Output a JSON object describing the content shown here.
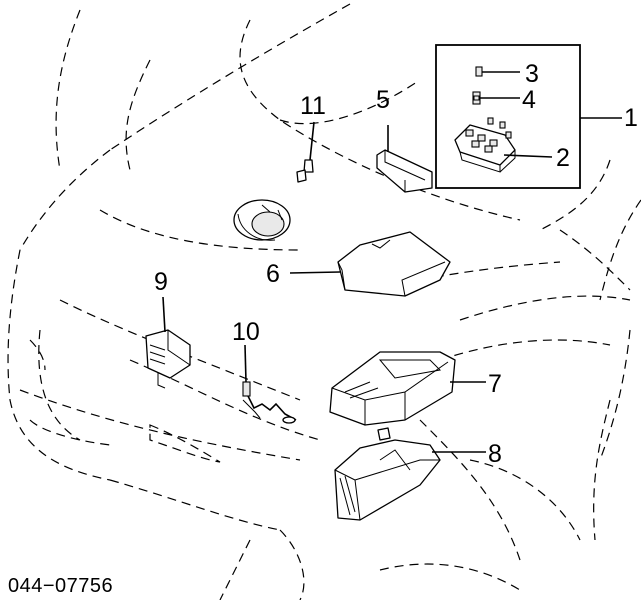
{
  "diagram": {
    "callouts": {
      "c1": "1",
      "c2": "2",
      "c3": "3",
      "c4": "4",
      "c5": "5",
      "c6": "6",
      "c7": "7",
      "c8": "8",
      "c9": "9",
      "c10": "10",
      "c11": "11"
    },
    "diagram_code": "044−07756"
  }
}
